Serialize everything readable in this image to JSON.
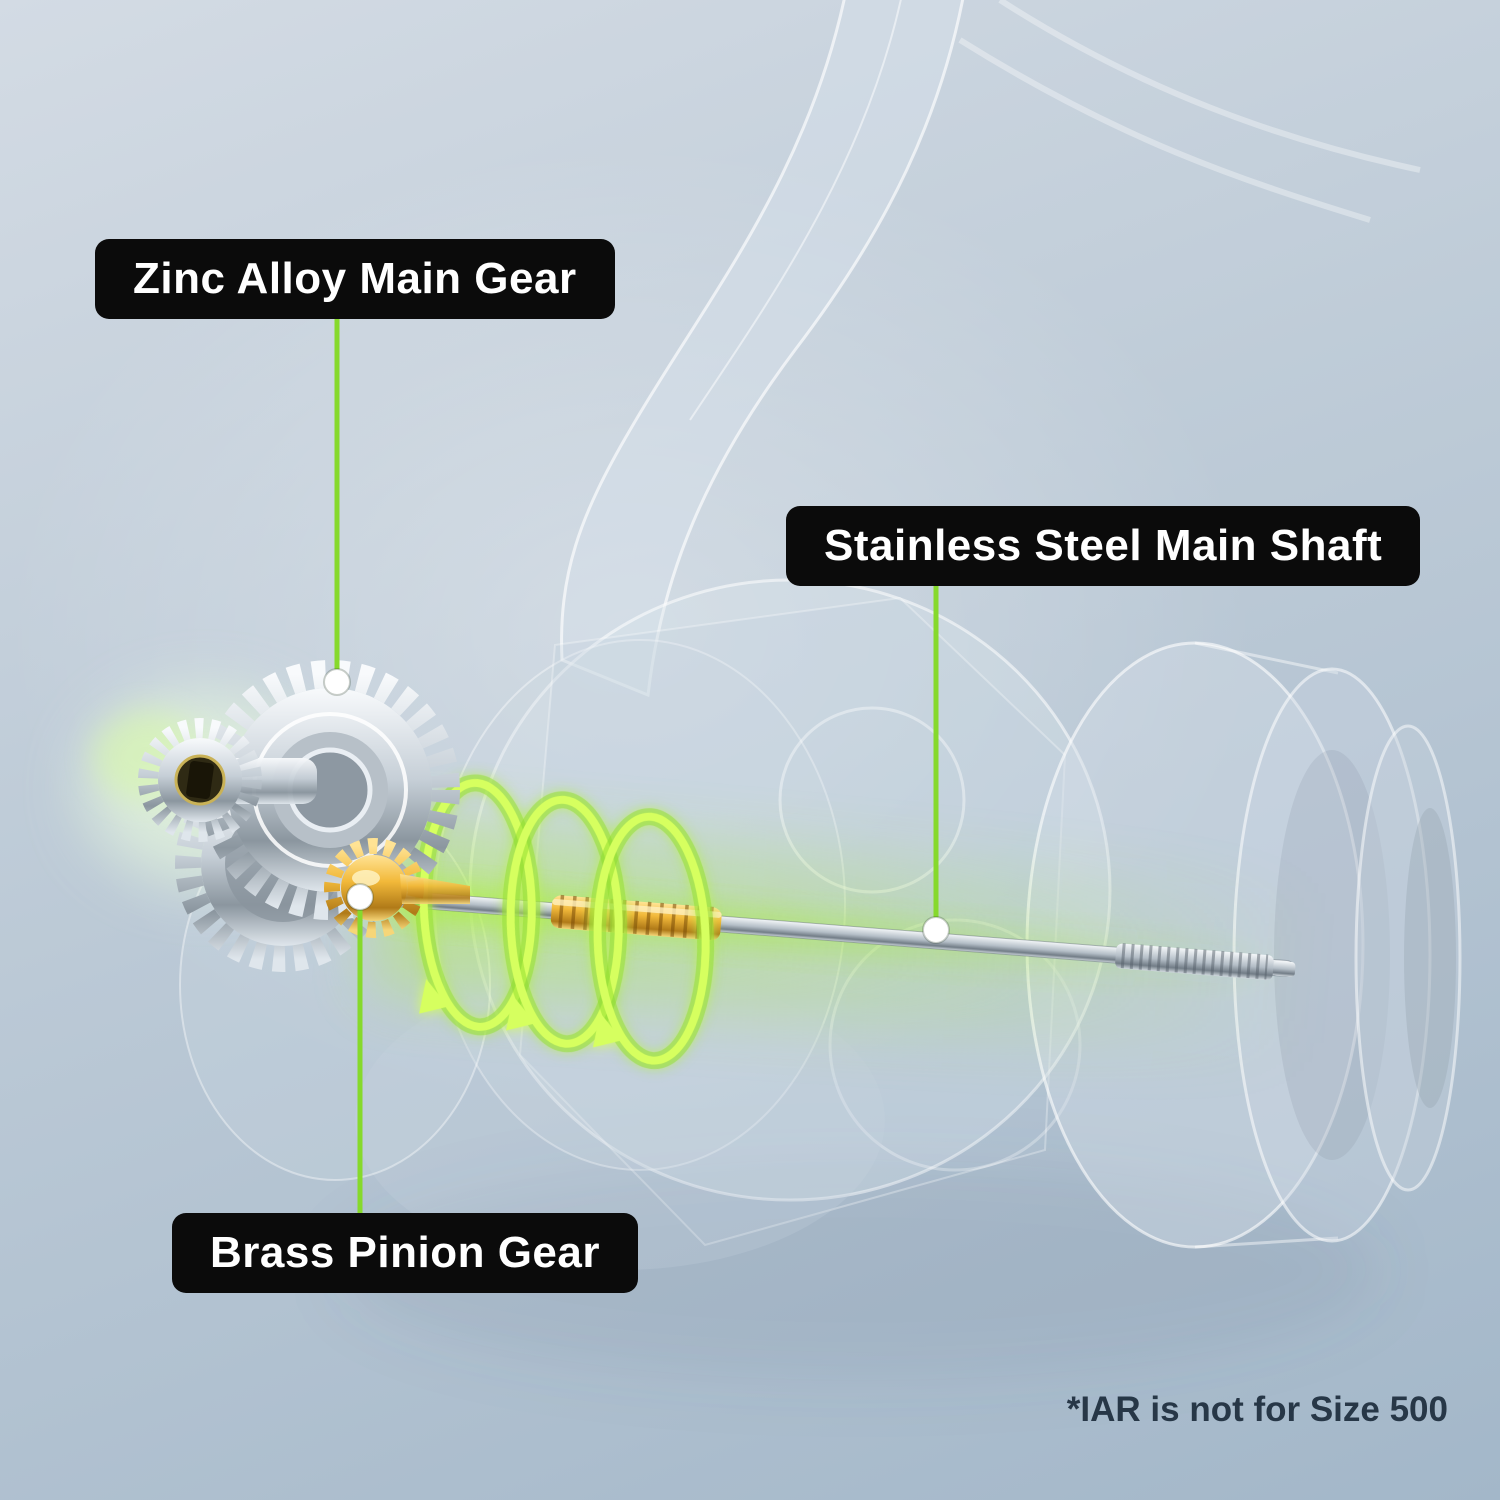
{
  "callouts": {
    "main_gear": "Zinc Alloy Main Gear",
    "main_shaft": "Stainless Steel Main Shaft",
    "pinion_gear": "Brass Pinion Gear"
  },
  "footnote": "*IAR is not for Size 500",
  "colors": {
    "accent_green": "#86d92c",
    "coil_green": "#d6ff5e",
    "label_bg": "#0b0b0b",
    "label_text": "#ffffff",
    "footnote_text": "#273747",
    "dot_fill": "#ffffff",
    "gold": "#f2b93a",
    "silver": "#c6cfd7"
  }
}
